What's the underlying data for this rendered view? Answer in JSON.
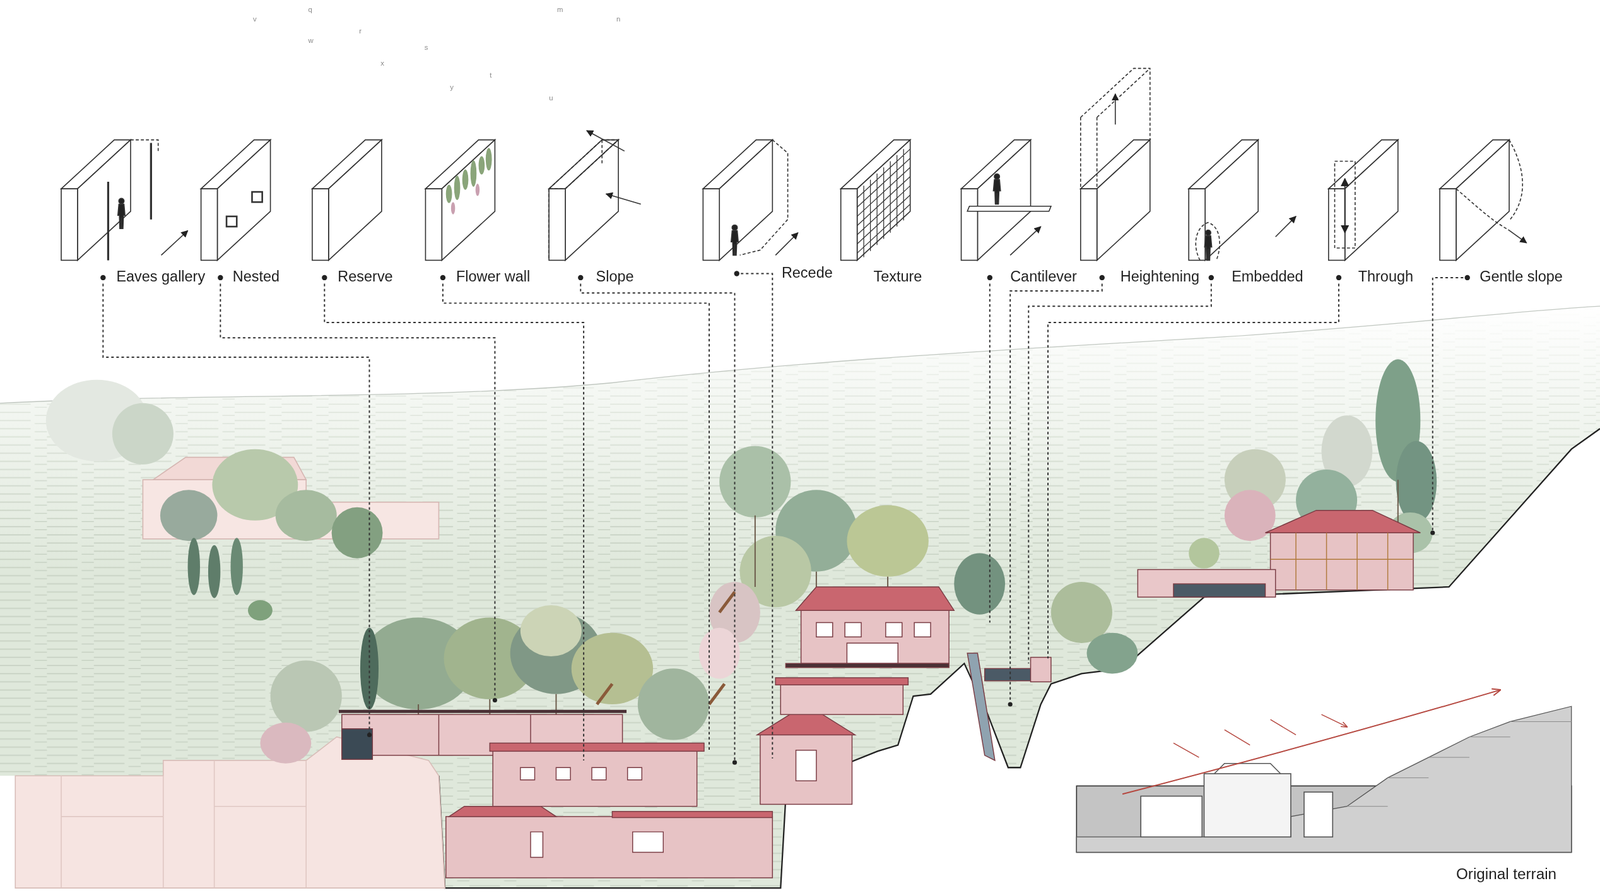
{
  "diagram": {
    "labels": [
      "m",
      "q",
      "v",
      "n",
      "r",
      "w",
      "s",
      "x",
      "t",
      "y",
      "u",
      "Eaves gallery",
      "Nested",
      "Reserve",
      "Flower wall",
      "Slope",
      "Recede",
      "Texture",
      "Cantilever",
      "Heightening",
      "Embedded",
      "Through",
      "Gentle slope",
      "Original terrain"
    ]
  }
}
